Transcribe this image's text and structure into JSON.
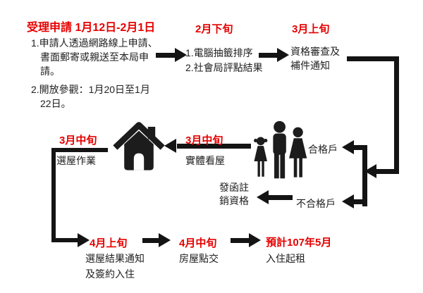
{
  "colors": {
    "accent_red": "#e60000",
    "ink": "#1f1f1f",
    "arrow": "#141414"
  },
  "stages": {
    "apply": {
      "title": "受理申請 1月12日-2月1日",
      "items": [
        "1.申請人透過網路線上申請、書面郵寄或親送至本局申請。",
        "2.開放參觀：1月20日至1月22日。"
      ]
    },
    "lottery": {
      "title": "2月下旬",
      "items": [
        "1.電腦抽籤排序",
        "2.社會局評點結果"
      ]
    },
    "review": {
      "title": "3月上旬",
      "lines": [
        "資格審查及",
        "補件通知"
      ]
    },
    "qualified": {
      "label": "合格戶"
    },
    "unqualified": {
      "label": "不合格戶"
    },
    "revoke": {
      "lines": [
        "發函註",
        "銷資格"
      ]
    },
    "view_house": {
      "title": "3月中旬",
      "label": "實體看屋"
    },
    "select_house": {
      "title": "3月中旬",
      "label": "選屋作業"
    },
    "result": {
      "title": "4月上旬",
      "lines": [
        "選屋結果通知",
        "及簽約入住"
      ]
    },
    "handover": {
      "title": "4月中旬",
      "label": "房屋點交"
    },
    "movein": {
      "title": "預計107年5月",
      "label": "入住起租"
    }
  },
  "icons": {
    "house": "house-icon",
    "family": "family-icon"
  }
}
